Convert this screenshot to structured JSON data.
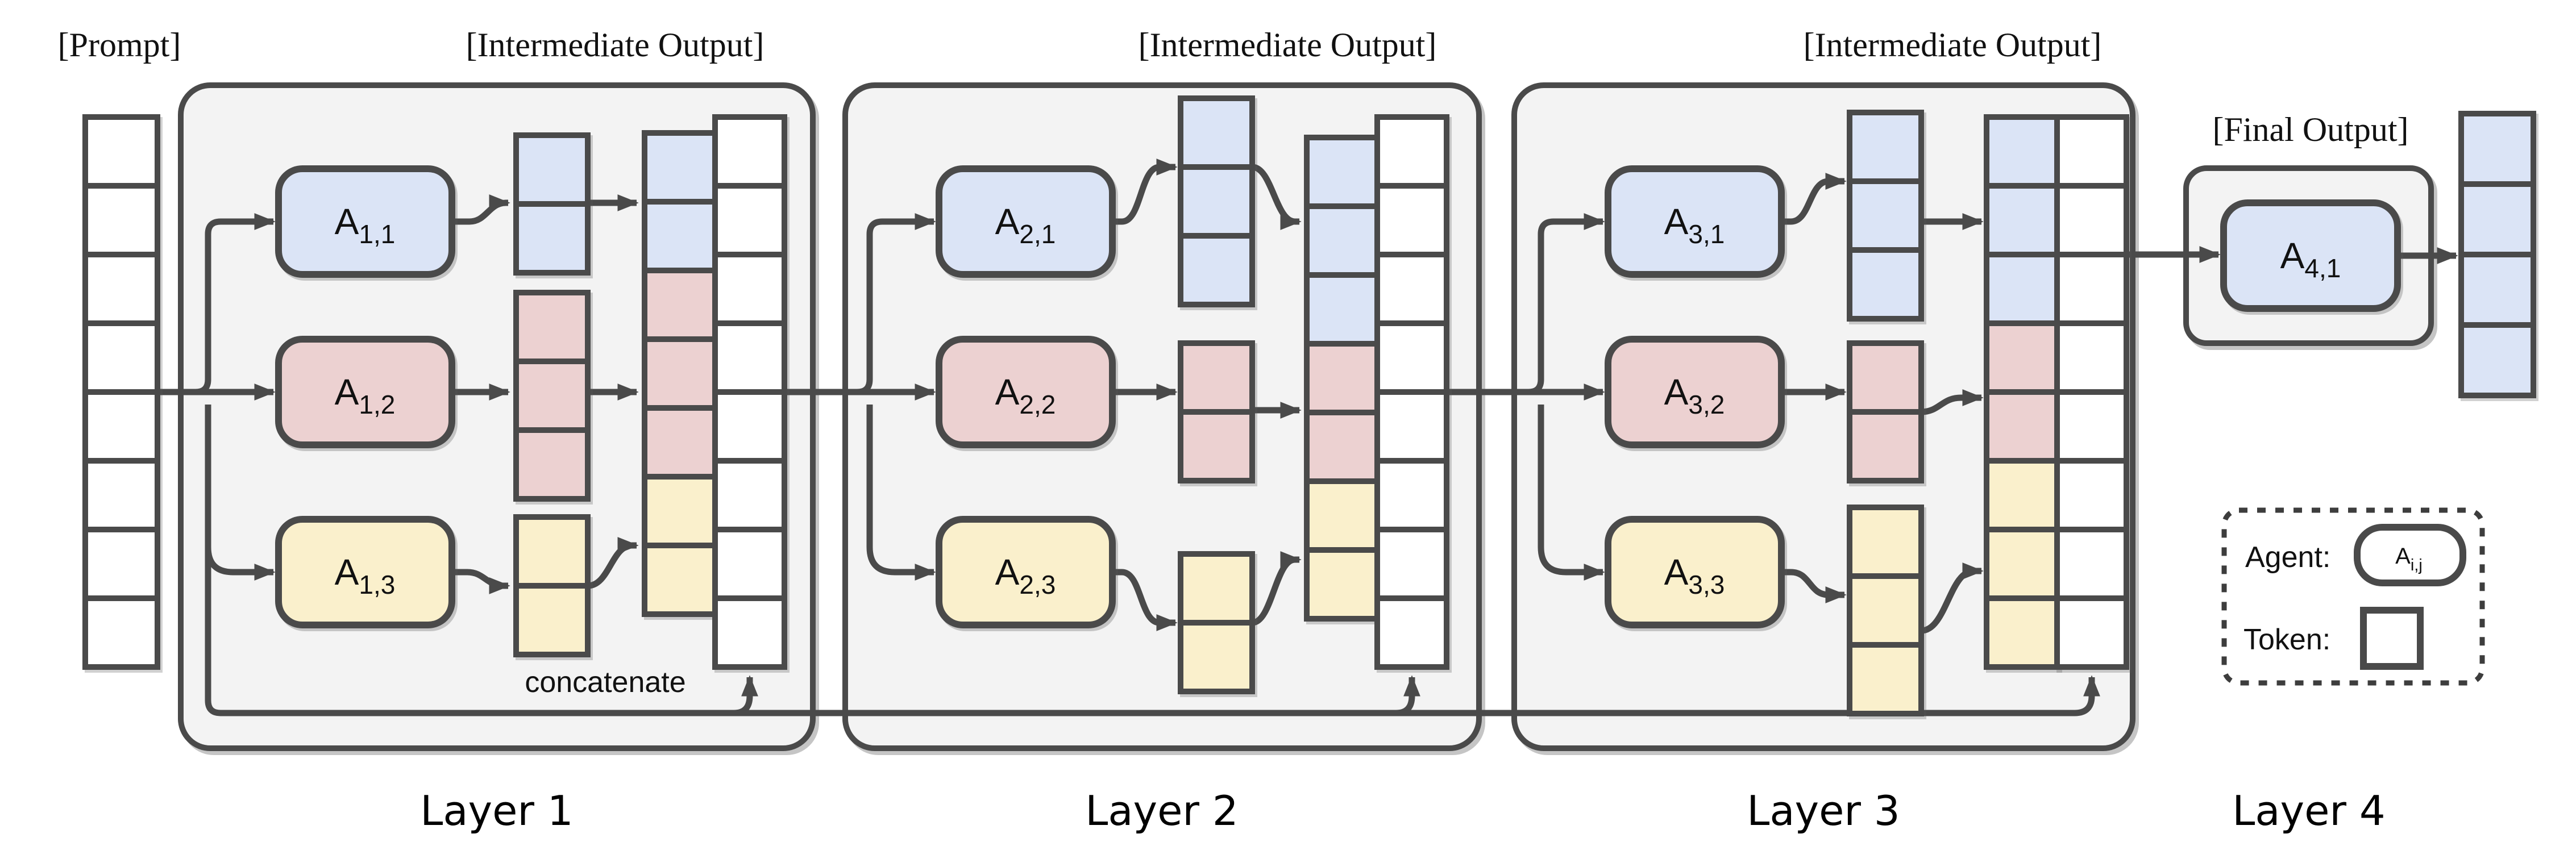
{
  "colors": {
    "blue": "#dbe4f6",
    "pink": "#ecd1d1",
    "yellow": "#faf0cc",
    "white": "#ffffff",
    "layer_bg": "#f3f3f3",
    "stroke": "#4a4a4a"
  },
  "labels": {
    "prompt": "[Prompt]",
    "intermediate_1": "[Intermediate Output]",
    "intermediate_2": "[Intermediate Output]",
    "intermediate_3": "[Intermediate Output]",
    "final": "[Final Output]",
    "concatenate": "concatenate",
    "layer_1": "Layer 1",
    "layer_2": "Layer 2",
    "layer_3": "Layer 3",
    "layer_4": "Layer 4"
  },
  "agents": {
    "a11": {
      "main": "A",
      "sub": "1,1"
    },
    "a12": {
      "main": "A",
      "sub": "1,2"
    },
    "a13": {
      "main": "A",
      "sub": "1,3"
    },
    "a21": {
      "main": "A",
      "sub": "2,1"
    },
    "a22": {
      "main": "A",
      "sub": "2,2"
    },
    "a23": {
      "main": "A",
      "sub": "2,3"
    },
    "a31": {
      "main": "A",
      "sub": "3,1"
    },
    "a32": {
      "main": "A",
      "sub": "3,2"
    },
    "a33": {
      "main": "A",
      "sub": "3,3"
    },
    "a41": {
      "main": "A",
      "sub": "4,1"
    },
    "legend": {
      "main": "A",
      "sub": "i,j"
    }
  },
  "legend": {
    "agent_label": "Agent:",
    "token_label": "Token:"
  },
  "token_columns": {
    "prompt": [
      "white",
      "white",
      "white",
      "white",
      "white",
      "white",
      "white",
      "white"
    ],
    "l1_blue": [
      "blue",
      "blue"
    ],
    "l1_pink": [
      "pink",
      "pink",
      "pink"
    ],
    "l1_yellow": [
      "yellow",
      "yellow"
    ],
    "l1_concat": [
      "blue",
      "blue",
      "pink",
      "pink",
      "pink",
      "yellow",
      "yellow"
    ],
    "l1_white": [
      "white",
      "white",
      "white",
      "white",
      "white",
      "white",
      "white",
      "white"
    ],
    "l2_blue": [
      "blue",
      "blue",
      "blue"
    ],
    "l2_pink": [
      "pink",
      "pink"
    ],
    "l2_yellow": [
      "yellow",
      "yellow"
    ],
    "l2_concat": [
      "blue",
      "blue",
      "blue",
      "pink",
      "pink",
      "yellow",
      "yellow"
    ],
    "l2_white": [
      "white",
      "white",
      "white",
      "white",
      "white",
      "white",
      "white",
      "white"
    ],
    "l3_blue": [
      "blue",
      "blue",
      "blue"
    ],
    "l3_pink": [
      "pink",
      "pink"
    ],
    "l3_yellow": [
      "yellow",
      "yellow",
      "yellow"
    ],
    "l3_concat": [
      "blue",
      "blue",
      "blue",
      "pink",
      "pink",
      "yellow",
      "yellow",
      "yellow"
    ],
    "l3_white": [
      "white",
      "white",
      "white",
      "white",
      "white",
      "white",
      "white",
      "white"
    ],
    "final": [
      "blue",
      "blue",
      "blue",
      "blue"
    ]
  }
}
